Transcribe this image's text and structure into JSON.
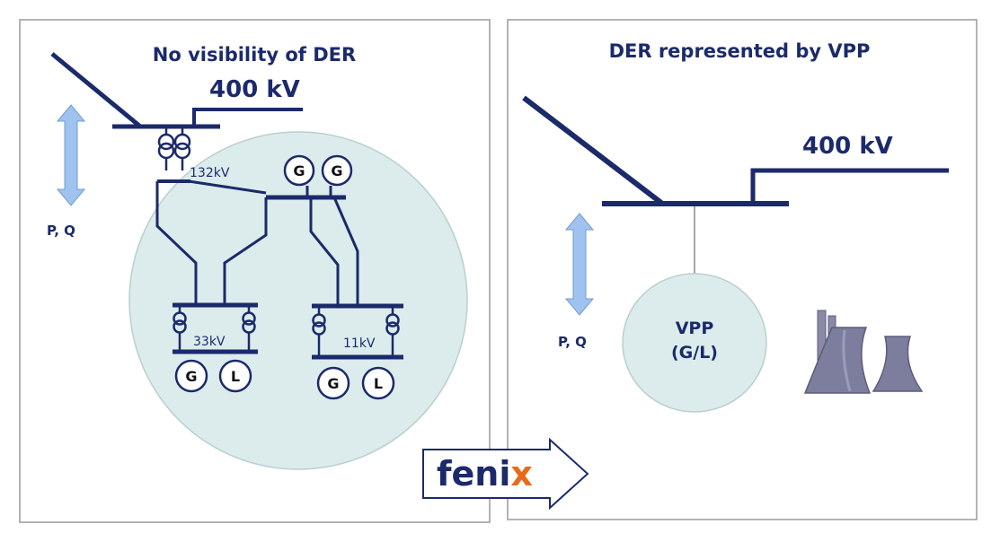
{
  "left_panel": {
    "title": "No visibility of DER",
    "voltage_400": "400 kV",
    "voltage_132": "132kV",
    "voltage_33": "33kV",
    "voltage_11": "11kV",
    "pq_label": "P, Q",
    "gen_label": "G",
    "load_label": "L"
  },
  "right_panel": {
    "title": "DER represented by VPP",
    "voltage_400": "400 kV",
    "pq_label": "P, Q",
    "vpp_line1": "VPP",
    "vpp_line2": "(G/L)"
  },
  "brand": {
    "name_main": "feni",
    "name_accent": "x"
  },
  "colors": {
    "navy": "#1b2a6b",
    "circle_fill": "#dcecec",
    "arrow_fill": "#9fc3ee",
    "brand_accent": "#e86a1a",
    "tower_fill": "#7d7d9e"
  }
}
